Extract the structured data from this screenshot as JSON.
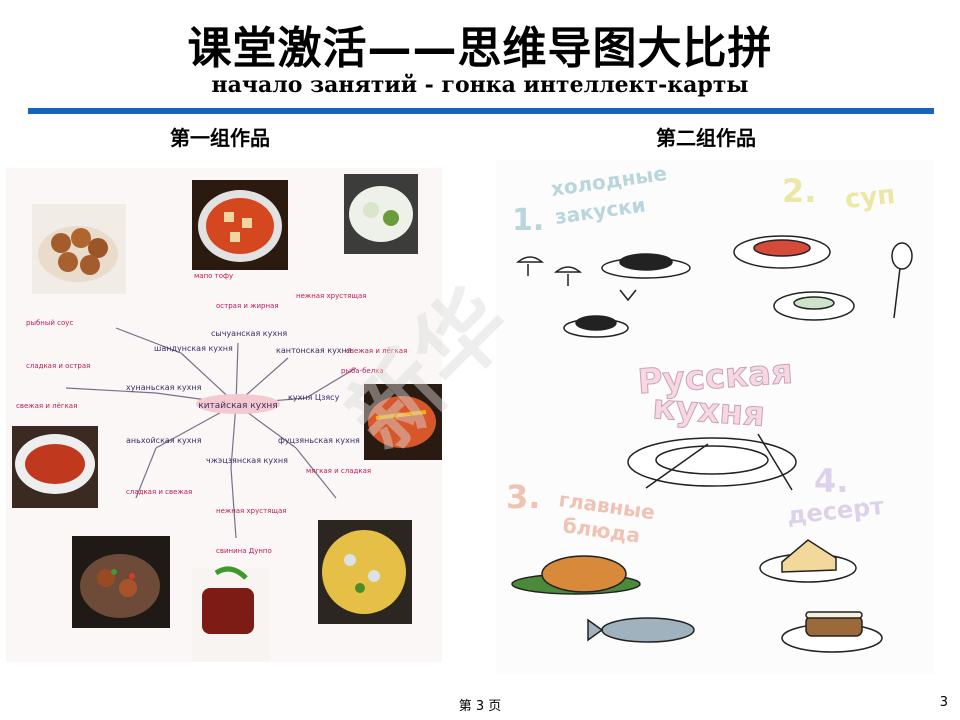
{
  "slide": {
    "title": "课堂激活——思维导图大比拼",
    "subtitle": "начало занятий - гонка интеллект-карты",
    "footer": "第 3 页",
    "page_number": "3"
  },
  "accent_color": "#1565c0",
  "group1": {
    "label": "第一组作品",
    "center": "китайская кухня",
    "branches": [
      "шандунская кухня",
      "сычуанская кухня",
      "кантонская кухня",
      "хунаньская кухня",
      "кухня Цзясу",
      "аньхойская кухня",
      "фуцзяньская кухня",
      "чжэцзянская кухня"
    ],
    "dishes": [
      "мапо тофу",
      "острая и жирная",
      "нежная хрустящая",
      "рыбный соус",
      "сладкая и острая",
      "свежая и лёгкая",
      "рыба-белка",
      "свежая и лёгкая",
      "мягкая и сладкая",
      "нежная хрустящая",
      "сладкая и свежая",
      "свинина Дунпо"
    ]
  },
  "group2": {
    "label": "第二组作品",
    "center": [
      "Русская",
      "кухня"
    ],
    "sections": [
      {
        "num": "1.",
        "text": [
          "холодные",
          "закуски"
        ]
      },
      {
        "num": "2.",
        "text": [
          "суп"
        ]
      },
      {
        "num": "3.",
        "text": [
          "главные",
          "блюда"
        ]
      },
      {
        "num": "4.",
        "text": [
          "десерт"
        ]
      }
    ]
  },
  "watermark": "新华"
}
